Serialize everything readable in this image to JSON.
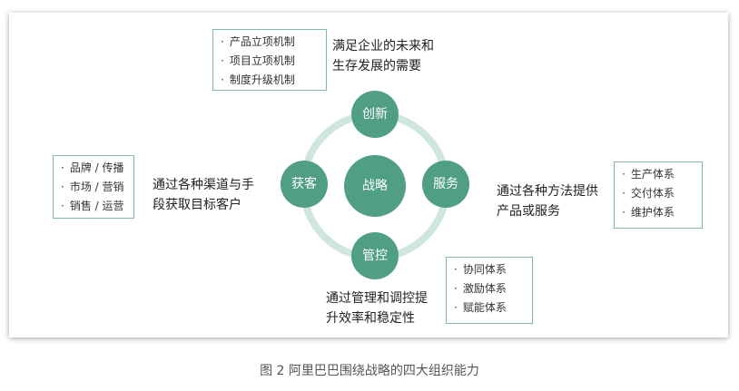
{
  "colors": {
    "accent": "#4f9e85",
    "ring": "#cfe6dc",
    "box_border": "#7fb8a8"
  },
  "diagram": {
    "center": "战略",
    "nodes": {
      "top": "创新",
      "right": "服务",
      "bottom": "管控",
      "left": "获客"
    },
    "boxes": {
      "top": [
        "产品立项机制",
        "项目立项机制",
        "制度升级机制"
      ],
      "left": [
        "品牌 / 传播",
        "市场 / 营销",
        "销售 / 运营"
      ],
      "right": [
        "生产体系",
        "交付体系",
        "维护体系"
      ],
      "bottom": [
        "协同体系",
        "激励体系",
        "赋能体系"
      ]
    },
    "descriptions": {
      "top": [
        "满足企业的未来和",
        "生存发展的需要"
      ],
      "left": [
        "通过各种渠道与手",
        "段获取目标客户"
      ],
      "right": [
        "通过各种方法提供",
        "产品或服务"
      ],
      "bottom": [
        "通过管理和调控提",
        "升效率和稳定性"
      ]
    }
  },
  "caption": "图 2   阿里巴巴围绕战略的四大组织能力"
}
